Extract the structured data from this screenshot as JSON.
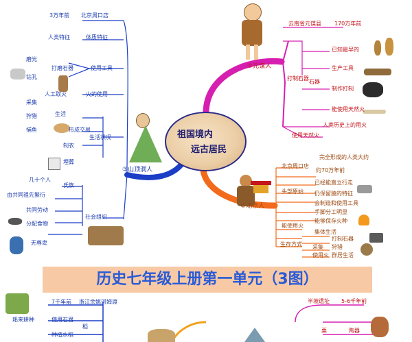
{
  "center": {
    "line1": "祖国境内",
    "line2": "远古居民"
  },
  "banner": {
    "title": "历史七年级上册第一单元（3图）"
  },
  "yuanmou": {
    "title": "①元谋人",
    "items": [
      "云南省元谋县",
      "170万年前",
      "已知最早的",
      "生产工具",
      "石器",
      "制作打制",
      "能使用天然火",
      "人类历史上的用火",
      "打制石器",
      "使用天然火"
    ]
  },
  "shandingdong": {
    "title": "③山顶洞人",
    "items": [
      "3万年前",
      "北京周口店",
      "人类特征",
      "体质特征",
      "磨光",
      "钻孔",
      "打磨石器",
      "使用工具",
      "人工取火",
      "火的使用",
      "采集",
      "狩猎",
      "捕鱼",
      "生活",
      "形成交易",
      "生活状况",
      "制衣",
      "埋葬",
      "几十个人",
      "氏族",
      "由共同祖先繁衍",
      "共同劳动",
      "分配食物",
      "无尊卑",
      "社会组织"
    ]
  },
  "beijing": {
    "title": "②北京人",
    "items": [
      "北京周口店",
      "约70万年前",
      "完全形成的人类大约",
      "已经能直立行走",
      "头部原始",
      "仍保留猿的特征",
      "会制造和使用工具",
      "手脚分工明显",
      "能使用火",
      "能够保存火种",
      "生存方式",
      "集体生活",
      "打制石器",
      "采集",
      "狩猎",
      "使用火",
      "群居生活"
    ]
  },
  "bottom_left": {
    "items": [
      "7千年前",
      "浙江余姚河姆渡",
      "耜来耕种",
      "使用石器",
      "稻",
      "种植水稻"
    ]
  },
  "bottom_right": {
    "items": [
      "半坡遗址",
      "5-6千年前",
      "粟",
      "陶器"
    ]
  }
}
